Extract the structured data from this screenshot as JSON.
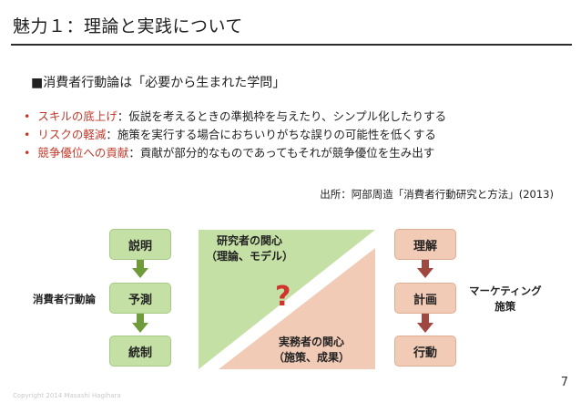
{
  "title": "魅力１：理論と実践について",
  "heading": "■消費者行動論は「必要から生まれた学問」",
  "bullets": [
    {
      "dot": "•",
      "term": "スキルの底上げ",
      "text": "：仮説を考えるときの準拠枠を与えたり、シンプル化したりする"
    },
    {
      "dot": "•",
      "term": "リスクの軽減",
      "text": "：施策を実行する場合におちいりがちな誤りの可能性を低くする"
    },
    {
      "dot": "•",
      "term": "競争優位への貢献",
      "text": "：貢献が部分的なものであってもそれが競争優位を生み出す"
    }
  ],
  "source": "出所：阿部周造「消費者行動研究と方法」(2013)",
  "diagram": {
    "left_boxes": [
      "説明",
      "予測",
      "統制"
    ],
    "left_label": "消費者行動論",
    "right_boxes": [
      "理解",
      "計画",
      "行動"
    ],
    "right_label_line1": "マーケティング",
    "right_label_line2": "施策",
    "researcher_line1": "研究者の関心",
    "researcher_line2": "（理論、モデル）",
    "practitioner_line1": "実務者の関心",
    "practitioner_line2": "（施策、成果）",
    "question_mark": "?",
    "colors": {
      "green": "#c5e0a5",
      "salmon": "#f2cbb6",
      "arrow_green": "#6f9b3a",
      "arrow_red": "#a0473f",
      "question": "#d0342c"
    }
  },
  "copyright": "Copyright 2014 Masashi Hagihara",
  "page_number": "7"
}
